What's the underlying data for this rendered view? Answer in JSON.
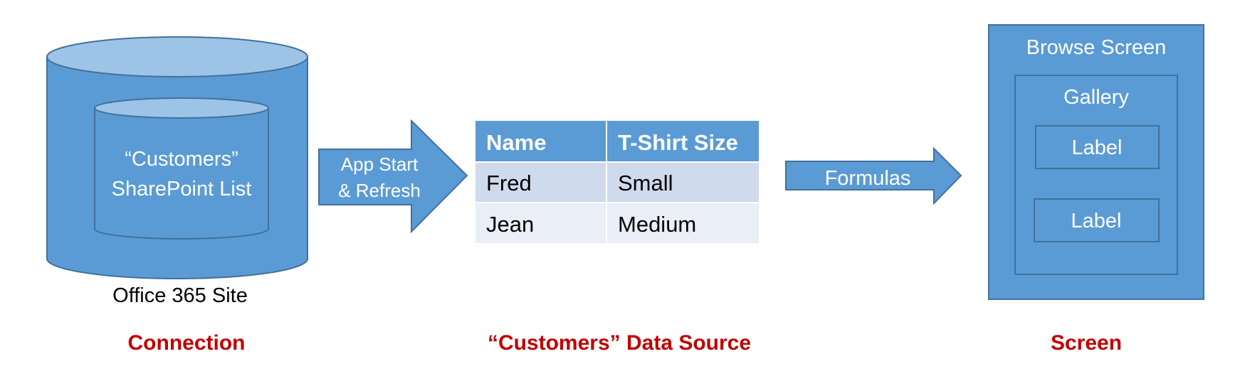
{
  "connection": {
    "outer_cylinder_label": "Office 365 Site",
    "inner_cylinder_lines": [
      "“Customers”",
      "SharePoint List"
    ],
    "caption": "Connection"
  },
  "arrow_app_start": {
    "lines": [
      "App Start",
      "& Refresh"
    ]
  },
  "data_source": {
    "columns": [
      "Name",
      "T-Shirt Size"
    ],
    "rows": [
      [
        "Fred",
        "Small"
      ],
      [
        "Jean",
        "Medium"
      ]
    ],
    "caption": "“Customers” Data Source"
  },
  "arrow_formulas": {
    "label": "Formulas"
  },
  "screen": {
    "title": "Browse Screen",
    "gallery_title": "Gallery",
    "labels": [
      "Label",
      "Label"
    ],
    "caption": "Screen"
  },
  "colors": {
    "shape_fill": "#5b9bd5",
    "shape_stroke": "#41719c",
    "cylinder_top": "#9dc3e6",
    "table_header": "#5b9bd5",
    "table_row_1": "#cfdaed",
    "table_row_2": "#e9eef7",
    "caption_red": "#c00000"
  }
}
